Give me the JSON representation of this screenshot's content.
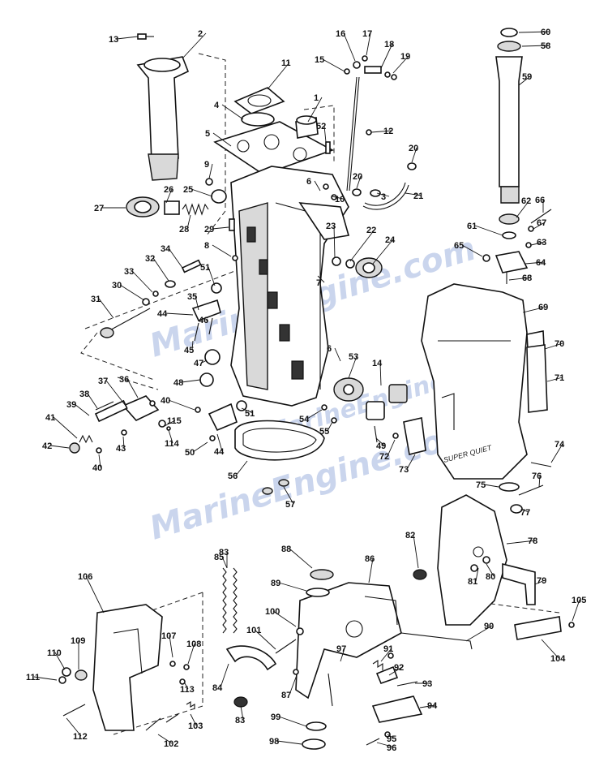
{
  "watermark": "MarineEngine.com",
  "housing_emblem": "SUPER QUIET",
  "callouts": [
    {
      "n": "1"
    },
    {
      "n": "2"
    },
    {
      "n": "3"
    },
    {
      "n": "4"
    },
    {
      "n": "5"
    },
    {
      "n": "6"
    },
    {
      "n": "6"
    },
    {
      "n": "7"
    },
    {
      "n": "8"
    },
    {
      "n": "9"
    },
    {
      "n": "10"
    },
    {
      "n": "11"
    },
    {
      "n": "12"
    },
    {
      "n": "13"
    },
    {
      "n": "14"
    },
    {
      "n": "15"
    },
    {
      "n": "16"
    },
    {
      "n": "17"
    },
    {
      "n": "18"
    },
    {
      "n": "19"
    },
    {
      "n": "20"
    },
    {
      "n": "20"
    },
    {
      "n": "21"
    },
    {
      "n": "22"
    },
    {
      "n": "23"
    },
    {
      "n": "24"
    },
    {
      "n": "25"
    },
    {
      "n": "26"
    },
    {
      "n": "27"
    },
    {
      "n": "28"
    },
    {
      "n": "29"
    },
    {
      "n": "30"
    },
    {
      "n": "31"
    },
    {
      "n": "32"
    },
    {
      "n": "33"
    },
    {
      "n": "34"
    },
    {
      "n": "35"
    },
    {
      "n": "36"
    },
    {
      "n": "37"
    },
    {
      "n": "38"
    },
    {
      "n": "39"
    },
    {
      "n": "40"
    },
    {
      "n": "40"
    },
    {
      "n": "41"
    },
    {
      "n": "42"
    },
    {
      "n": "43"
    },
    {
      "n": "44"
    },
    {
      "n": "44"
    },
    {
      "n": "45"
    },
    {
      "n": "46"
    },
    {
      "n": "47"
    },
    {
      "n": "48"
    },
    {
      "n": "49"
    },
    {
      "n": "50"
    },
    {
      "n": "51"
    },
    {
      "n": "51"
    },
    {
      "n": "52"
    },
    {
      "n": "53"
    },
    {
      "n": "54"
    },
    {
      "n": "55"
    },
    {
      "n": "56"
    },
    {
      "n": "57"
    },
    {
      "n": "58"
    },
    {
      "n": "59"
    },
    {
      "n": "60"
    },
    {
      "n": "61"
    },
    {
      "n": "62"
    },
    {
      "n": "63"
    },
    {
      "n": "64"
    },
    {
      "n": "65"
    },
    {
      "n": "66"
    },
    {
      "n": "67"
    },
    {
      "n": "68"
    },
    {
      "n": "69"
    },
    {
      "n": "70"
    },
    {
      "n": "71"
    },
    {
      "n": "72"
    },
    {
      "n": "73"
    },
    {
      "n": "74"
    },
    {
      "n": "75"
    },
    {
      "n": "76"
    },
    {
      "n": "77"
    },
    {
      "n": "78"
    },
    {
      "n": "79"
    },
    {
      "n": "80"
    },
    {
      "n": "81"
    },
    {
      "n": "82"
    },
    {
      "n": "83"
    },
    {
      "n": "83"
    },
    {
      "n": "84"
    },
    {
      "n": "85"
    },
    {
      "n": "86"
    },
    {
      "n": "87"
    },
    {
      "n": "88"
    },
    {
      "n": "89"
    },
    {
      "n": "90"
    },
    {
      "n": "91"
    },
    {
      "n": "92"
    },
    {
      "n": "93"
    },
    {
      "n": "94"
    },
    {
      "n": "95"
    },
    {
      "n": "96"
    },
    {
      "n": "97"
    },
    {
      "n": "98"
    },
    {
      "n": "99"
    },
    {
      "n": "100"
    },
    {
      "n": "101"
    },
    {
      "n": "102"
    },
    {
      "n": "103"
    },
    {
      "n": "104"
    },
    {
      "n": "105"
    },
    {
      "n": "106"
    },
    {
      "n": "107"
    },
    {
      "n": "108"
    },
    {
      "n": "109"
    },
    {
      "n": "110"
    },
    {
      "n": "111"
    },
    {
      "n": "112"
    },
    {
      "n": "113"
    },
    {
      "n": "114"
    },
    {
      "n": "115"
    }
  ]
}
